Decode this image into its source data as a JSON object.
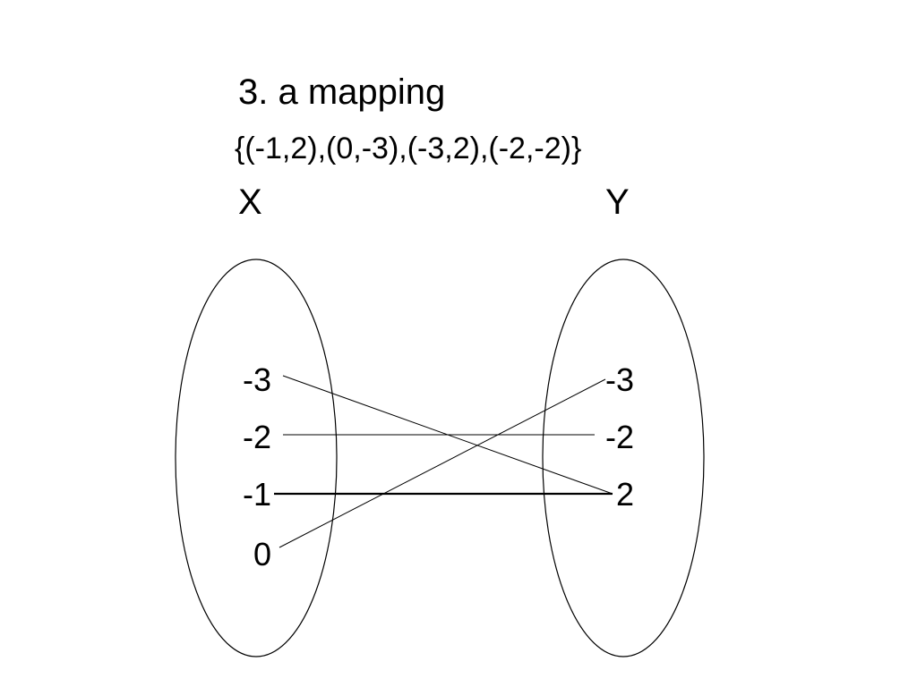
{
  "title": "3.  a mapping",
  "relation": "{(-1,2),(0,-3),(-3,2),(-2,-2)}",
  "domain_label": "X",
  "range_label": "Y",
  "domain_values": [
    "-3",
    "-2",
    "-1",
    "0"
  ],
  "range_values": [
    "-3",
    "-2",
    "2"
  ],
  "mappings": [
    {
      "from": "-1",
      "to": "2"
    },
    {
      "from": "0",
      "to": "-3"
    },
    {
      "from": "-3",
      "to": "2"
    },
    {
      "from": "-2",
      "to": "-2"
    }
  ],
  "line_color": "#000000"
}
